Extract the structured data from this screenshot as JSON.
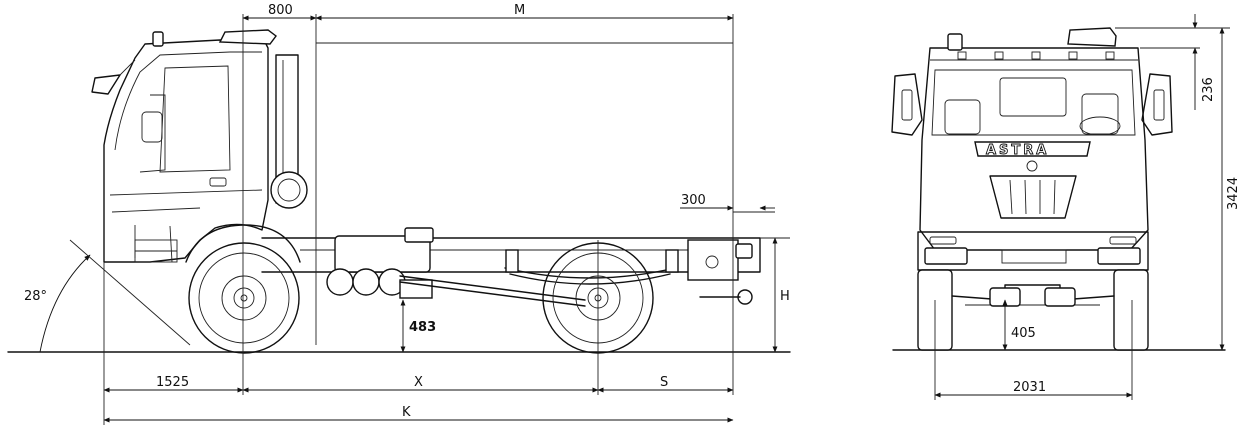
{
  "dimensions": {
    "cab_overhang": "800",
    "M": "M",
    "rear_frame_offset": "300",
    "H": "H",
    "approach_angle": "28°",
    "front_overhang": "1525",
    "wheelbase": "X",
    "rear_overhang": "S",
    "total_length": "K",
    "ground_clearance": "483",
    "roof_item": "236",
    "overall_height": "3424",
    "axle_clearance": "405",
    "track_width": "2031"
  },
  "brand": "ASTRA"
}
